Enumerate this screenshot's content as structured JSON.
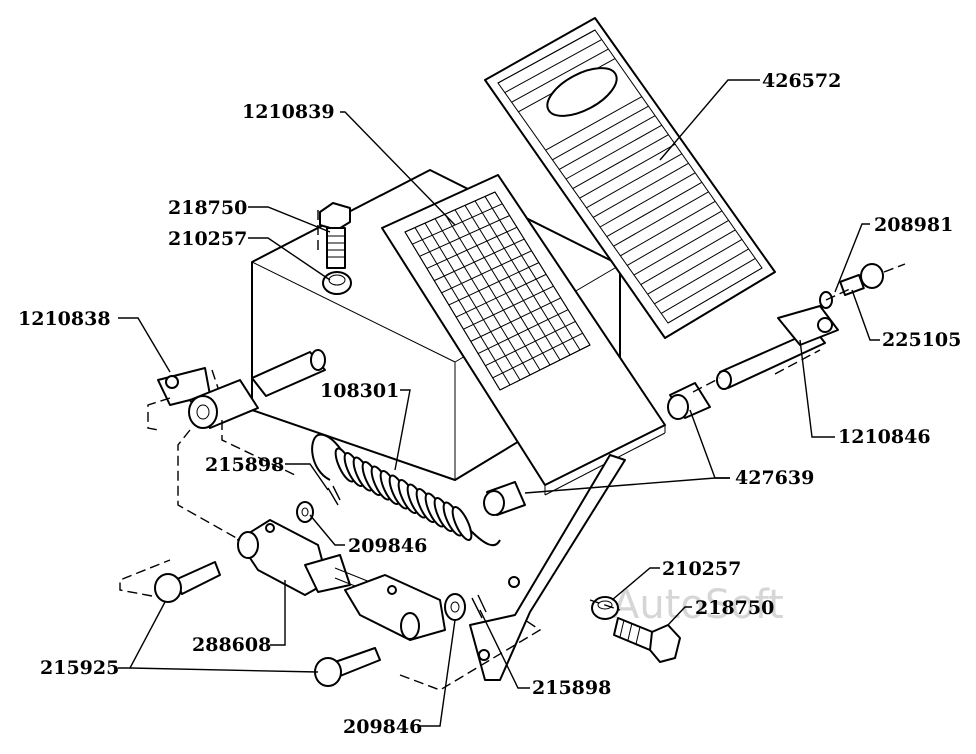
{
  "diagram": {
    "watermark": "AutoSoft",
    "labels": {
      "p426572": "426572",
      "p1210839": "1210839",
      "p218750_top": "218750",
      "p210257_top": "210257",
      "p208981": "208981",
      "p225105": "225105",
      "p1210838": "1210838",
      "p108301": "108301",
      "p1210846": "1210846",
      "p215898_left": "215898",
      "p427639": "427639",
      "p209846_mid": "209846",
      "p210257_bottom": "210257",
      "p218750_bottom": "218750",
      "p288608": "288608",
      "p215925": "215925",
      "p215898_bottom": "215898",
      "p209846_bottom": "209846"
    }
  }
}
